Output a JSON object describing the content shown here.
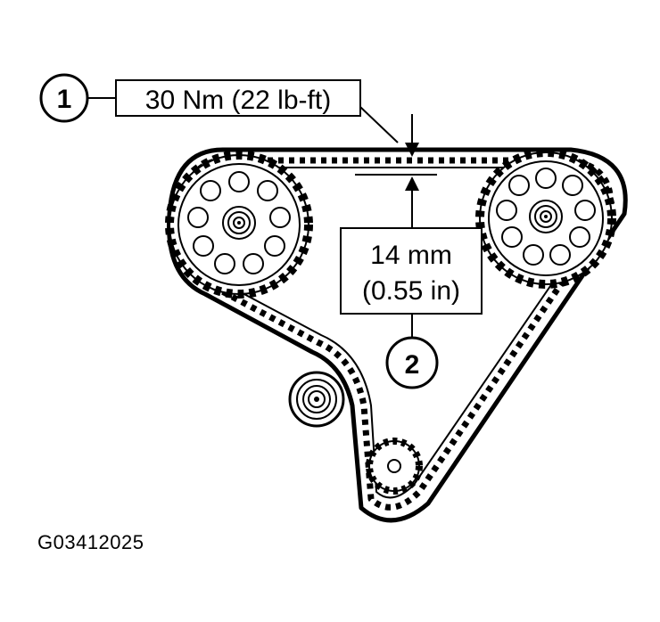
{
  "callouts": [
    {
      "number": "1",
      "label": "30 Nm (22 lb-ft)"
    },
    {
      "number": "2",
      "label_line1": "14 mm",
      "label_line2": "(0.55 in)"
    }
  ],
  "figure_id": "G03412025",
  "colors": {
    "ink": "#000000",
    "background": "#ffffff"
  }
}
